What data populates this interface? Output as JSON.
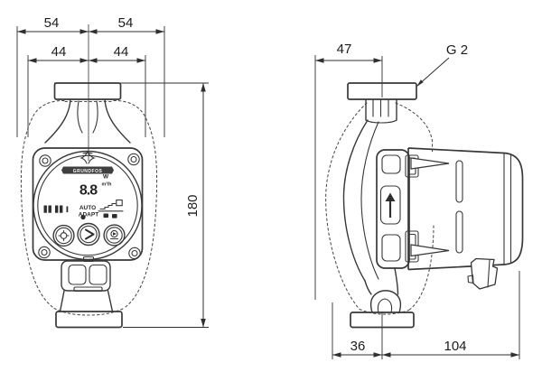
{
  "colors": {
    "background": "#ffffff",
    "line": "#383838",
    "dimension_line": "#2f2f2f",
    "text": "#1c1c1c"
  },
  "front_view": {
    "dim_top_outer_left": "54",
    "dim_top_outer_right": "54",
    "dim_top_inner_left": "44",
    "dim_top_inner_right": "44",
    "dim_height": "180",
    "display": {
      "brand": "GRUNDFOS",
      "value": "8.8",
      "unit_watt": "W",
      "unit_flow": "m³/h",
      "mode_line1": "AUTO",
      "mode_line2": "ADAPT"
    }
  },
  "side_view": {
    "dim_top_width": "47",
    "thread_size": "G 2",
    "dim_bottom_left": "36",
    "dim_bottom_right": "104"
  }
}
